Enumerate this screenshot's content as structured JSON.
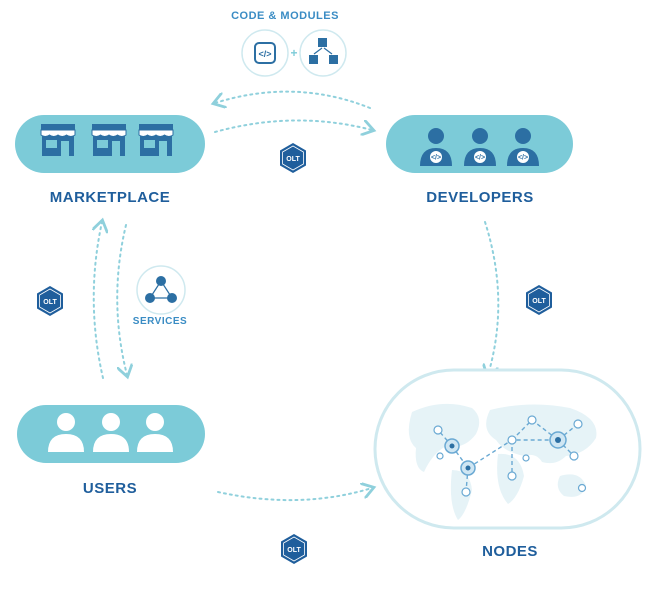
{
  "nodes": {
    "marketplace": "MARKETPLACE",
    "developers": "DEVELOPERS",
    "users": "USERS",
    "nodes": "NODES"
  },
  "flows": {
    "code_modules": "CODE & MODULES",
    "services": "SERVICES"
  },
  "token_label": "OLT",
  "colors": {
    "pill": "#7ccbd8",
    "icon_dark": "#2c6fa3",
    "icon_white": "#ffffff",
    "label_text": "#1f5e9c",
    "accent_text": "#3a8cc4",
    "hexagon": "#1f5e9c",
    "arrow": "#8fd0dc"
  },
  "icons": {
    "marketplace": "storefront-icon",
    "developers": "developer-icon",
    "users": "user-icon",
    "nodes": "world-map-network-icon",
    "code_modules": "code-and-modules-icon",
    "services": "services-network-icon",
    "token": "olt-hexagon-icon"
  }
}
